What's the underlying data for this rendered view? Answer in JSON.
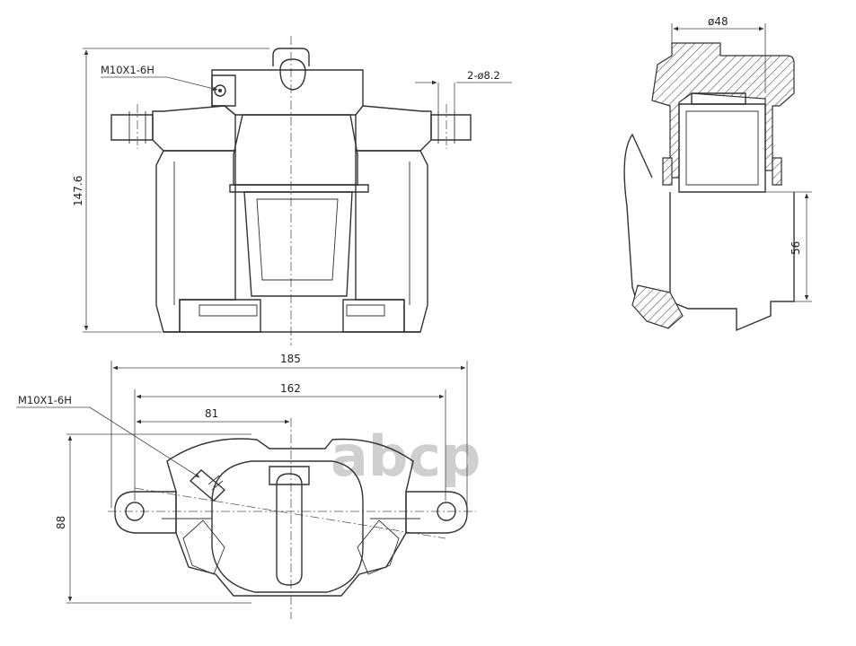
{
  "annotations": {
    "thread_top": "M10X1-6H",
    "thread_bottom": "M10X1-6H",
    "holes": "2-ø8.2",
    "bore_diameter": "ø48"
  },
  "dimensions": {
    "height": "147.6",
    "piston_depth": "56",
    "overall_width": "185",
    "hole_spacing": "162",
    "center_offset": "81",
    "depth": "88"
  },
  "watermark": {
    "text": "abcp",
    "color": "#cfcfcf"
  },
  "colors": {
    "line": "#333333",
    "background": "#ffffff"
  }
}
